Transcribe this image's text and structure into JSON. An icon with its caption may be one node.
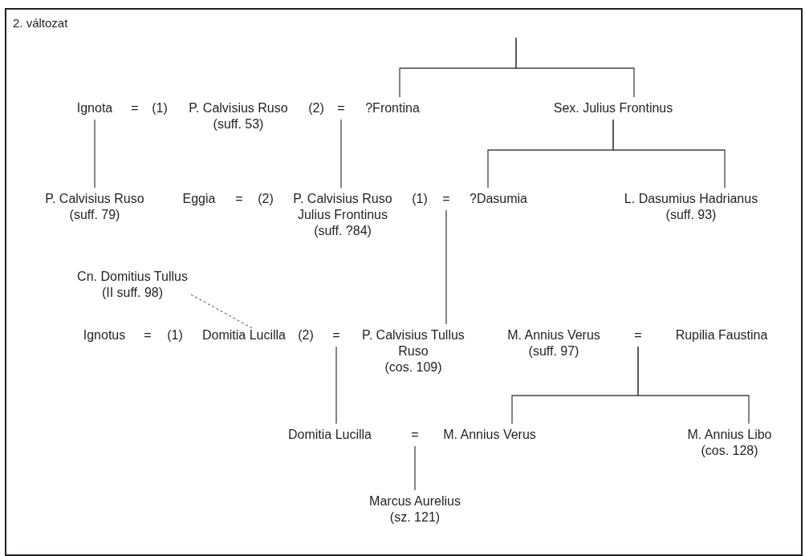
{
  "diagram": {
    "title": "2. változat",
    "nodes": [
      {
        "text": [
          "Ignota"
        ]
      },
      {
        "text": [
          "P. Calvisius Ruso",
          "(suff. 53)"
        ]
      },
      {
        "text": [
          "="
        ]
      },
      {
        "text": [
          "?Frontina"
        ]
      },
      {
        "text": [
          "Sex. Julius Frontinus"
        ]
      },
      {
        "text": [
          "P. Calvisius Ruso",
          "(suff. 79)"
        ]
      },
      {
        "text": [
          "Eggia"
        ]
      },
      {
        "text": [
          "P. Calvisius Ruso Julius Frontinus",
          "(suff. ?84)"
        ]
      },
      {
        "text": [
          "="
        ]
      },
      {
        "text": [
          "?Dasumia"
        ]
      },
      {
        "text": [
          "L. Dasumius Hadrianus",
          "(suff. 93)"
        ]
      },
      {
        "text": [
          "Cn. Domitius Tullus",
          "(II suff. 98)"
        ]
      },
      {
        "text": [
          "Ignotus"
        ]
      },
      {
        "text": [
          "Domitia Lucilla"
        ]
      },
      {
        "text": [
          "="
        ]
      },
      {
        "text": [
          "P. Calvisius Tullus Ruso",
          "(cos. 109)"
        ]
      },
      {
        "text": [
          "M. Annius Verus",
          "(suff. 97)"
        ]
      },
      {
        "text": [
          "="
        ]
      },
      {
        "text": [
          "Rupilia Faustina"
        ]
      },
      {
        "text": [
          "Domitia Lucilla"
        ]
      },
      {
        "text": [
          "="
        ]
      },
      {
        "text": [
          "M. Annius Verus"
        ]
      },
      {
        "text": [
          "M. Annius Libo",
          "(cos. 128)"
        ]
      },
      {
        "text": [
          "Marcus Aurelius",
          "(sz. 121)"
        ]
      }
    ],
    "edges": [
      {
        "from": null,
        "to": 3,
        "arrow": "none"
      },
      {
        "from": null,
        "to": 4,
        "arrow": "none"
      },
      {
        "from": 0,
        "to": 5,
        "arrow": "none"
      },
      {
        "from": 2,
        "to": 7,
        "arrow": "none"
      },
      {
        "from": 8,
        "to": 15,
        "arrow": "none"
      },
      {
        "from": 4,
        "to": 9,
        "arrow": "none"
      },
      {
        "from": 4,
        "to": 10,
        "arrow": "none"
      },
      {
        "from": 11,
        "to": 13,
        "arrow": "none",
        "style": "dashed"
      },
      {
        "from": 14,
        "to": 19,
        "arrow": "none"
      },
      {
        "from": 17,
        "to": 21,
        "arrow": "none"
      },
      {
        "from": 17,
        "to": 22,
        "arrow": "none"
      },
      {
        "from": 20,
        "to": 23,
        "arrow": "none"
      }
    ],
    "labels": [
      "=",
      "(1)",
      "(2)",
      "=",
      "(2)",
      "(1)",
      "=",
      "(1)",
      "(2)"
    ]
  }
}
